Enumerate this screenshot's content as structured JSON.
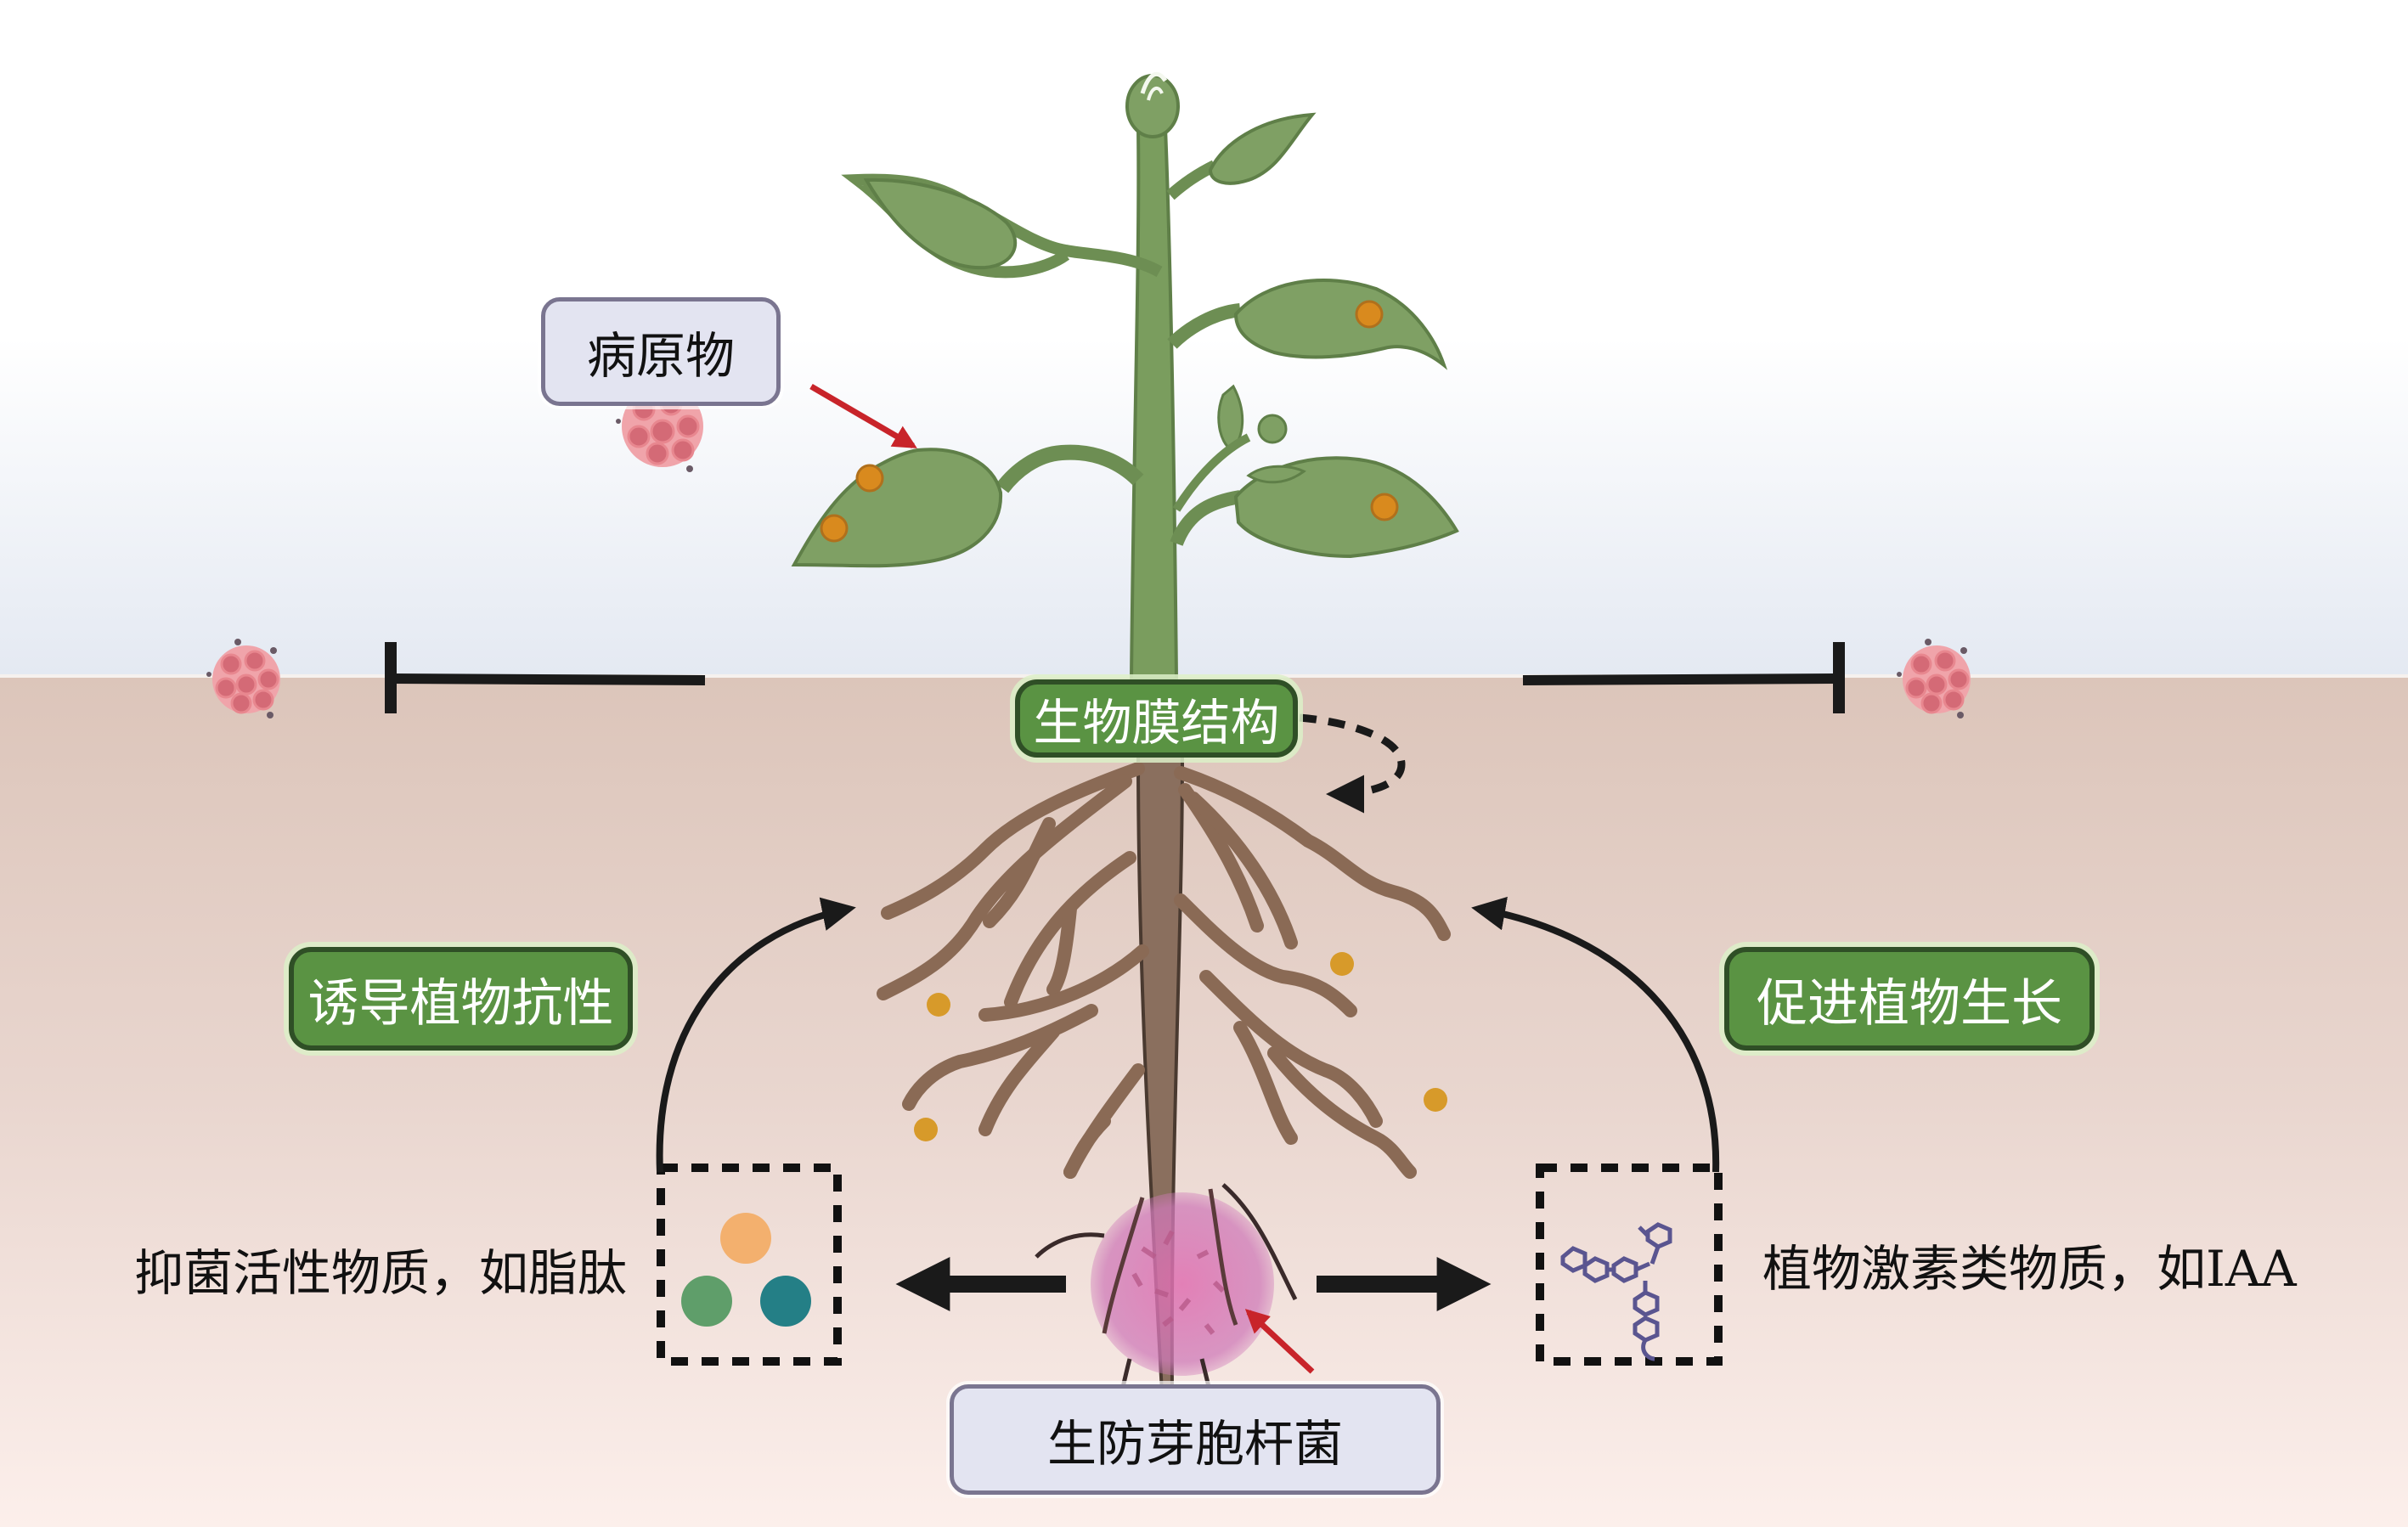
{
  "figure": {
    "title_labels": {
      "pathogen": "病原物",
      "biofilm": "生物膜结构",
      "induce_resistance": "诱导植物抗性",
      "promote_growth": "促进植物生长",
      "bacillus": "生防芽胞杆菌"
    },
    "captions": {
      "antimicrobial": "抑菌活性物质，如脂肽",
      "phytohormone": "植物激素类物质，如IAA"
    },
    "colors": {
      "label_green": "#5a9343",
      "label_green_border": "#2f4f26",
      "label_lavender": "#e3e4f1",
      "leaf": "#7fa064",
      "stem": "#7a9d5e",
      "root": "#8a6a55",
      "soil_top": "#dcc5ba",
      "soil_bottom": "#fbebe7",
      "sky_bottom": "#e4e9f2",
      "pathogen": "#e8878f",
      "bacteria_halo": "#d47ab9",
      "lesion": "#d98a1e",
      "red_arrow": "#c8242a",
      "peptide_orange": "#f3b06e",
      "peptide_green": "#5f9e6a",
      "peptide_teal": "#247f86",
      "molecule": "#5a5590"
    },
    "icons": [
      "pathogen-cluster-icon",
      "inhibit-bar-icon",
      "molecule-icon",
      "lipopeptide-dots-icon",
      "bacteria-colony-icon"
    ]
  }
}
